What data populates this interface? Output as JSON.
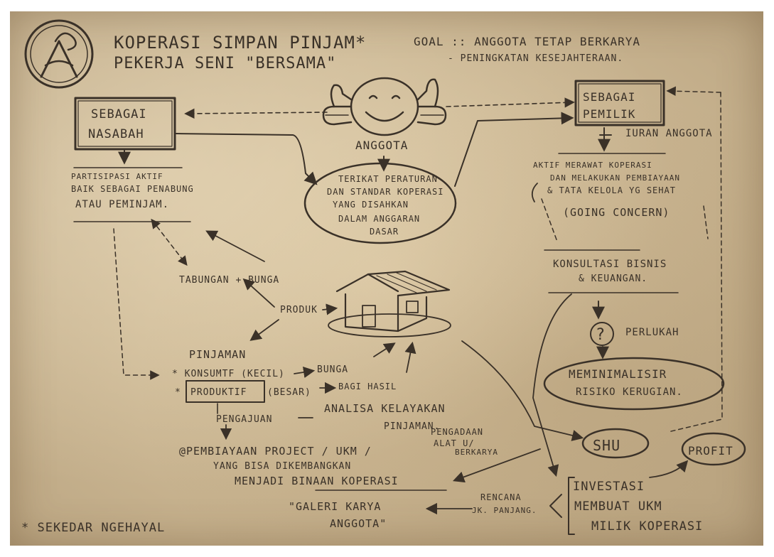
{
  "header": {
    "title_line1": "KOPERASI SIMPAN PINJAM*",
    "title_line2": "PEKERJA SENI \"BERSAMA\"",
    "goal_line1": "GOAL :: ANGGOTA TETAP BERKARYA",
    "goal_line2": "- PENINGKATAN KESEJAHTERAAN."
  },
  "center": {
    "anggota_label": "ANGGOTA",
    "rules_lines": [
      "TERIKAT PERATURAN",
      "DAN STANDAR KOPERASI",
      "YANG DISAHKAN",
      "DALAM ANGGARAN",
      "DASAR"
    ]
  },
  "left": {
    "nasabah_lines": [
      "SEBAGAI",
      "NASABAH"
    ],
    "participation_lines": [
      "PARTISIPASI AKTIF",
      "BAIK SEBAGAI PENABUNG",
      "ATAU PEMINJAM."
    ],
    "tabungan": "TABUNGAN + BUNGA",
    "produk": "PRODUK",
    "pinjaman": "PINJAMAN",
    "konsumtif": "* KONSUMTF (KECIL)",
    "bunga": "BUNGA",
    "produktif": "PRODUKTIF",
    "besar": "(BESAR)",
    "bagi_hasil": "BAGI HASIL",
    "pengajuan": "PENGAJUAN",
    "analisa_line1": "ANALISA KELAYAKAN",
    "analisa_line2": "PINJAMAN.",
    "pembiayaan_lines": [
      "@PEMBIAYAAN PROJECT / UKM /",
      "YANG BISA DIKEMBANGKAN",
      "MENJADI BINAAN KOPERASI"
    ],
    "pengadaan_lines": [
      "PENGADAAN",
      "ALAT U/",
      "BERKARYA"
    ],
    "galeri_lines": [
      "\"GALERI KARYA",
      "ANGGOTA\""
    ],
    "rencana_lines": [
      "RENCANA",
      "JK. PANJANG."
    ]
  },
  "right": {
    "pemilik_lines": [
      "SEBAGAI",
      "PEMILIK"
    ],
    "iuran": "IURAN ANGGOTA",
    "aktif_lines": [
      "AKTIF MERAWAT KOPERASI",
      "DAN MELAKUKAN PEMBIAYAAN",
      "& TATA KELOLA YG SEHAT"
    ],
    "going_concern": "(GOING CONCERN)",
    "konsultasi_lines": [
      "KONSULTASI BISNIS",
      "& KEUANGAN."
    ],
    "perlukah": "PERLUKAH",
    "question": "?",
    "minimalisir_lines": [
      "MEMINIMALISIR",
      "RISIKO KERUGIAN."
    ],
    "shu": "SHU",
    "profit": "PROFIT",
    "investasi_lines": [
      "INVESTASI",
      "MEMBUAT UKM",
      "MILIK KOPERASI"
    ]
  },
  "footer": {
    "note": "* SEKEDAR NGEHAYAL"
  },
  "colors": {
    "paper": "#ddc9a4",
    "ink": "#3a3128"
  }
}
